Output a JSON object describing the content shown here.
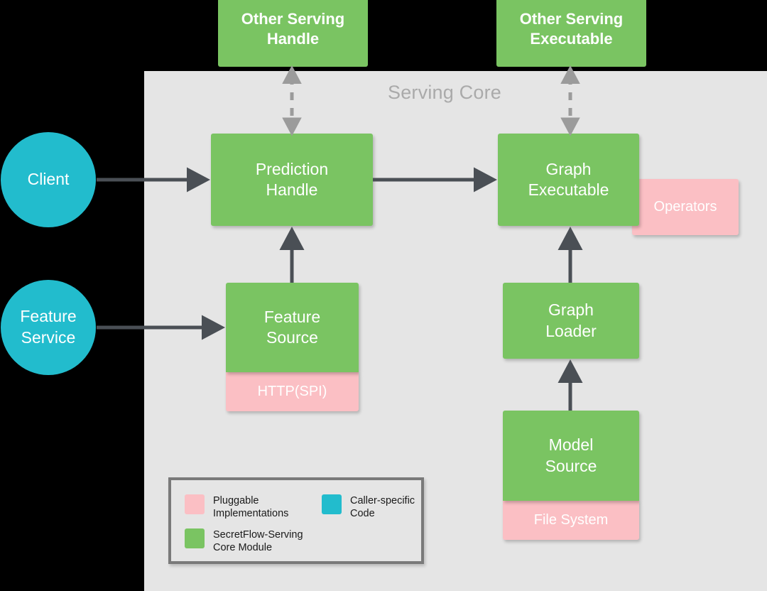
{
  "diagram": {
    "panel": {
      "label": "Serving Core"
    },
    "colors": {
      "panel_bg": "#e5e5e5",
      "core_module_green": "#7ac462",
      "pluggable_pink": "#fbbfc4",
      "caller_code_teal": "#22bccd",
      "arrow_dark": "#4a4f55",
      "arrow_gray": "#9b9b9b",
      "legend_border": "#7a7a7a",
      "panel_label_gray": "#aaaaaa",
      "canvas_black": "#000000"
    },
    "nodes": [
      {
        "id": "other-serving-handle",
        "label": "Other Serving\nHandle",
        "kind": "core-module"
      },
      {
        "id": "other-serving-executable",
        "label": "Other Serving\nExecutable",
        "kind": "core-module"
      },
      {
        "id": "prediction-handle",
        "label": "Prediction\nHandle",
        "kind": "core-module"
      },
      {
        "id": "graph-executable",
        "label": "Graph\nExecutable",
        "kind": "core-module"
      },
      {
        "id": "operators",
        "label": "Operators",
        "kind": "pluggable"
      },
      {
        "id": "feature-source",
        "label": "Feature\nSource",
        "kind": "core-module"
      },
      {
        "id": "http-spi",
        "label": "HTTP(SPI)",
        "kind": "pluggable"
      },
      {
        "id": "graph-loader",
        "label": "Graph\nLoader",
        "kind": "core-module"
      },
      {
        "id": "model-source",
        "label": "Model\nSource",
        "kind": "core-module"
      },
      {
        "id": "file-system",
        "label": "File System",
        "kind": "pluggable"
      },
      {
        "id": "client",
        "label": "Client",
        "kind": "caller-code"
      },
      {
        "id": "feature-service",
        "label": "Feature\nService",
        "kind": "caller-code"
      }
    ],
    "edges": [
      {
        "from": "client",
        "to": "prediction-handle",
        "style": "solid",
        "direction": "one-way"
      },
      {
        "from": "feature-service",
        "to": "feature-source",
        "style": "solid",
        "direction": "one-way"
      },
      {
        "from": "prediction-handle",
        "to": "graph-executable",
        "style": "solid",
        "direction": "one-way"
      },
      {
        "from": "feature-source",
        "to": "prediction-handle",
        "style": "solid",
        "direction": "one-way"
      },
      {
        "from": "graph-loader",
        "to": "graph-executable",
        "style": "solid",
        "direction": "one-way"
      },
      {
        "from": "model-source",
        "to": "graph-loader",
        "style": "solid",
        "direction": "one-way"
      },
      {
        "from": "prediction-handle",
        "to": "other-serving-handle",
        "style": "dashed",
        "direction": "two-way"
      },
      {
        "from": "graph-executable",
        "to": "other-serving-executable",
        "style": "dashed",
        "direction": "two-way"
      }
    ]
  },
  "legend": {
    "items": [
      {
        "id": "pluggable",
        "label": "Pluggable\nImplementations",
        "color": "#fbbfc4"
      },
      {
        "id": "core-module",
        "label": "SecretFlow-Serving\nCore Module",
        "color": "#7ac462"
      },
      {
        "id": "caller-code",
        "label": "Caller-specific\nCode",
        "color": "#22bccd"
      }
    ]
  }
}
